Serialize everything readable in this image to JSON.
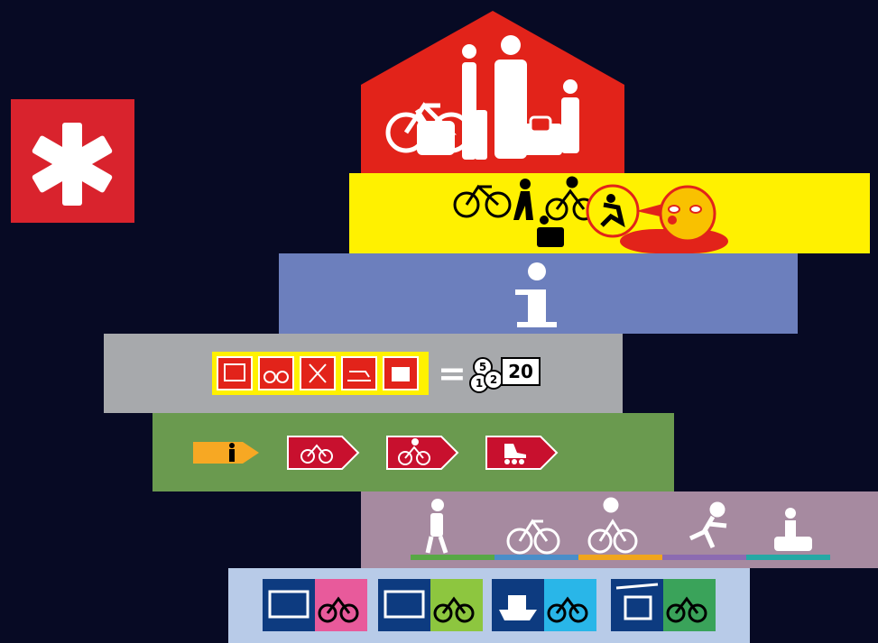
{
  "logo": {
    "icon": "asterisk-icon",
    "color": "#d9232d"
  },
  "house": {
    "color": "#e2231a",
    "icons": [
      "bicycle-icon",
      "luggage-icon",
      "person-icon",
      "person-icon",
      "child-icon",
      "inline-skates-icon",
      "suitcase-icon"
    ]
  },
  "services_band": {
    "color": "#fff100",
    "icons": [
      "bicycle-icon",
      "walker-icon",
      "wheelchair-icon",
      "cyclist-icon",
      "runner-icon",
      "face-icon"
    ]
  },
  "info_band": {
    "color": "#6c7fbd",
    "icon": "info-icon"
  },
  "price_band": {
    "color": "#a7a9ac",
    "icons": [
      "train-icon",
      "bicycle-icon",
      "restaurant-icon",
      "bed-icon",
      "luggage-icon"
    ],
    "equals": "=",
    "coins": [
      "5",
      "1",
      "2"
    ],
    "price": "20"
  },
  "signs_band": {
    "color": "#6a9a4f",
    "signs": [
      {
        "type": "hiking",
        "color": "#f7a823",
        "icon": "hiker-icon"
      },
      {
        "type": "cycling",
        "color": "#c8102e",
        "icon": "bicycle-icon"
      },
      {
        "type": "mountainbike",
        "color": "#c8102e",
        "icon": "mountainbiker-icon"
      },
      {
        "type": "skating",
        "color": "#c8102e",
        "icon": "inline-skate-icon"
      }
    ]
  },
  "activities_band": {
    "color": "#a68aa0",
    "activities": [
      {
        "icon": "hiker-icon",
        "stripe": "#57a845"
      },
      {
        "icon": "bicycle-icon",
        "stripe": "#4a8ec9"
      },
      {
        "icon": "mountainbiker-icon",
        "stripe": "#f0a51c"
      },
      {
        "icon": "skater-icon",
        "stripe": "#8c6bb1"
      },
      {
        "icon": "canoe-icon",
        "stripe": "#25a9a5"
      }
    ]
  },
  "transport_band": {
    "color": "#b8cbe8",
    "pairs": [
      {
        "transport": "train-icon",
        "bg": "#e85a9b"
      },
      {
        "transport": "bus-icon",
        "bg": "#8dc63f"
      },
      {
        "transport": "boat-icon",
        "bg": "#29b6e8"
      },
      {
        "transport": "cablecar-icon",
        "bg": "#3aa35a"
      }
    ]
  }
}
